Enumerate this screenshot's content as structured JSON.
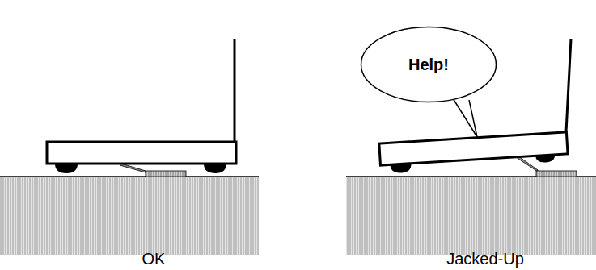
{
  "diagram": {
    "nodes": [
      {
        "text": [
          "Help!"
        ]
      }
    ],
    "labels": [
      "OK",
      "Jacked-Up"
    ]
  }
}
